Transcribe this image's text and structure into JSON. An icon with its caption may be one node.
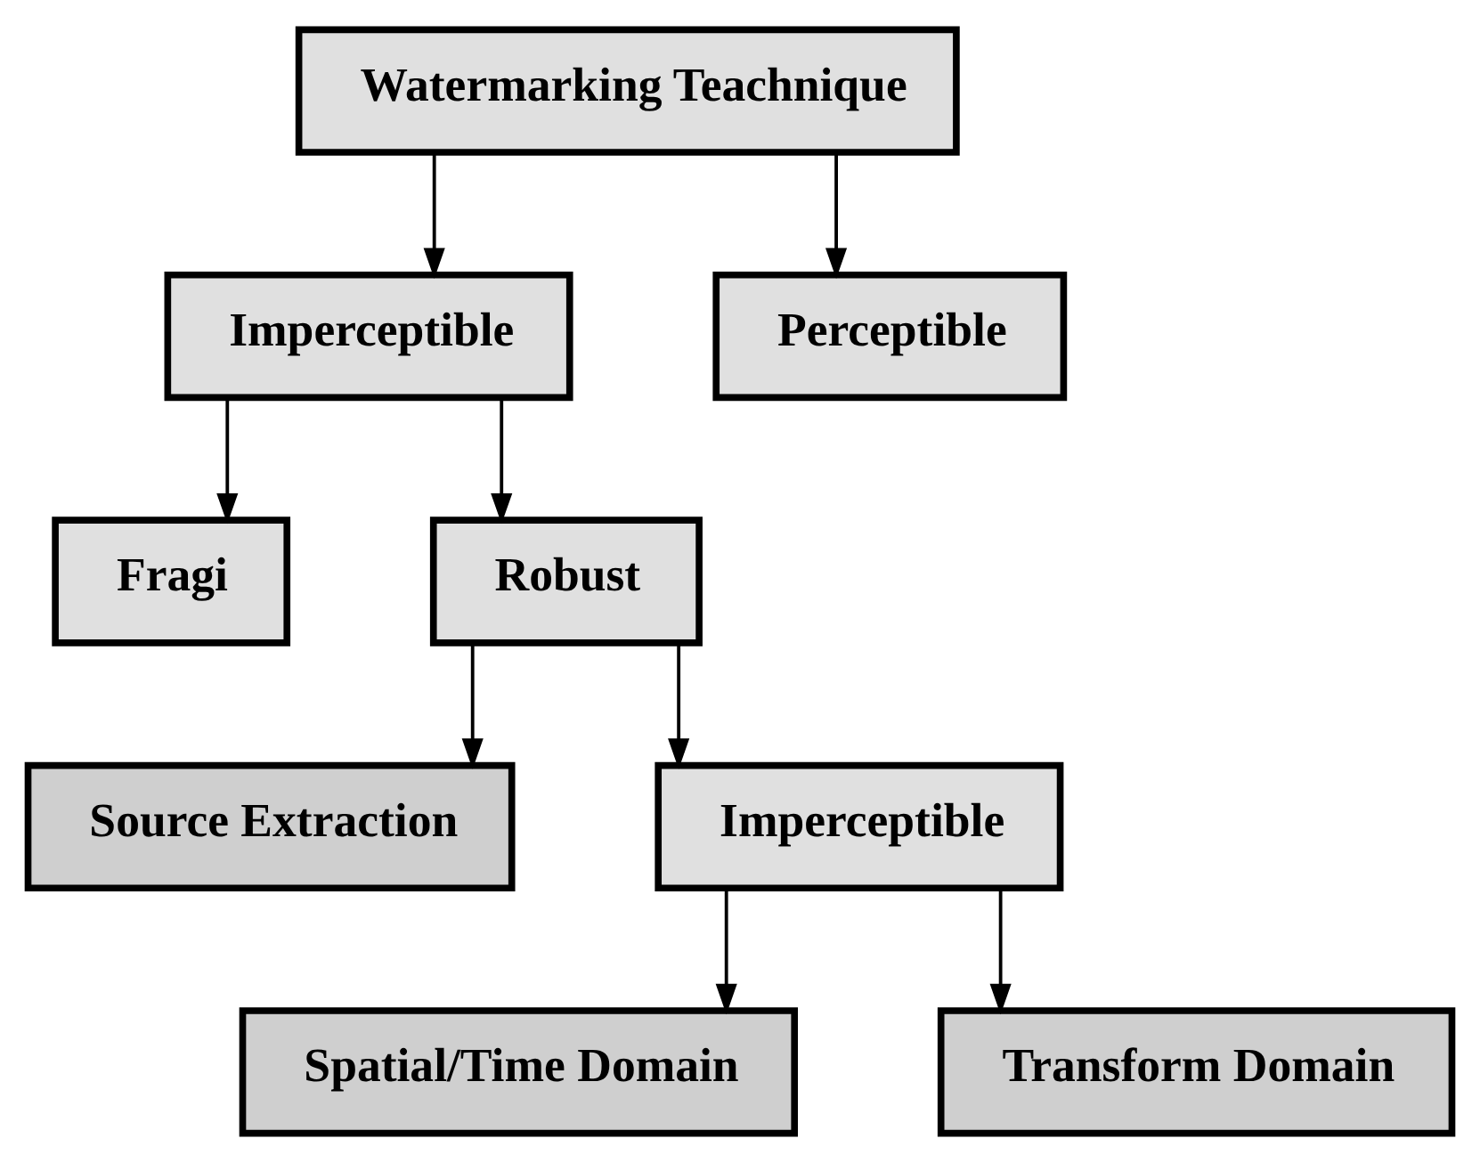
{
  "diagram": {
    "nodes": [
      {
        "text": [
          "Watermarking Teachnique"
        ]
      },
      {
        "text": [
          "Imperceptible"
        ]
      },
      {
        "text": [
          "Perceptible"
        ]
      },
      {
        "text": [
          "Fragi"
        ]
      },
      {
        "text": [
          "Robust"
        ]
      },
      {
        "text": [
          "Source Extraction"
        ]
      },
      {
        "text": [
          "Imperceptible"
        ]
      },
      {
        "text": [
          "Spatial/Time Domain"
        ]
      },
      {
        "text": [
          "Transform Domain"
        ]
      }
    ],
    "edges": [
      {
        "from": 0,
        "to": 1,
        "arrow": "to"
      },
      {
        "from": 0,
        "to": 2,
        "arrow": "to"
      },
      {
        "from": 1,
        "to": 3,
        "arrow": "to"
      },
      {
        "from": 1,
        "to": 4,
        "arrow": "to"
      },
      {
        "from": 4,
        "to": 5,
        "arrow": "to"
      },
      {
        "from": 4,
        "to": 6,
        "arrow": "to"
      },
      {
        "from": 6,
        "to": 7,
        "arrow": "to"
      },
      {
        "from": 6,
        "to": 8,
        "arrow": "to"
      }
    ]
  }
}
